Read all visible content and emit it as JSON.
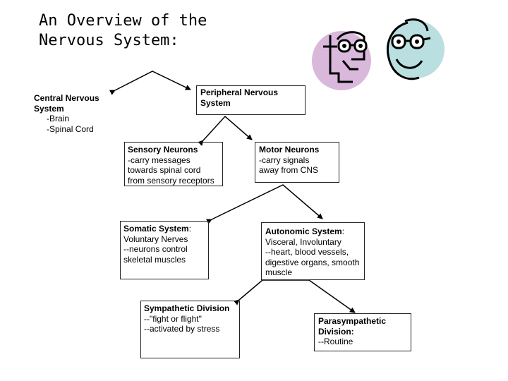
{
  "title": {
    "line1": "An Overview of the",
    "line2": "Nervous System:"
  },
  "cns": {
    "heading_line1": "Central Nervous",
    "heading_line2": "System",
    "items": [
      "-Brain",
      "-Spinal Cord"
    ]
  },
  "pns": {
    "heading_line1": "Peripheral Nervous",
    "heading_line2": "System"
  },
  "sensory": {
    "heading": "Sensory Neurons",
    "lines": [
      "-carry messages",
      "towards spinal cord",
      "from sensory receptors"
    ]
  },
  "motor": {
    "heading": "Motor Neurons",
    "lines": [
      "-carry signals",
      "away from CNS"
    ]
  },
  "somatic": {
    "heading": "Somatic System",
    "colon": ":",
    "lines": [
      "Voluntary Nerves",
      "--neurons control",
      "skeletal muscles"
    ]
  },
  "autonomic": {
    "heading": "Autonomic System",
    "colon": ":",
    "lines": [
      "Visceral, Involuntary",
      "--heart, blood vessels,",
      "digestive organs, smooth",
      "muscle"
    ]
  },
  "sympathetic": {
    "heading": "Sympathetic Division",
    "lines": [
      "--\"fight or flight\"",
      "--activated by stress"
    ]
  },
  "parasympathetic": {
    "heading_line1": "Parasympathetic",
    "heading_line2": "Division:",
    "lines": [
      "--Routine"
    ]
  },
  "colors": {
    "pink_circle": "#d9b8dc",
    "teal_circle": "#b9dfe0",
    "line": "#000000"
  },
  "clipart": "two cartoon faces with glasses icon"
}
